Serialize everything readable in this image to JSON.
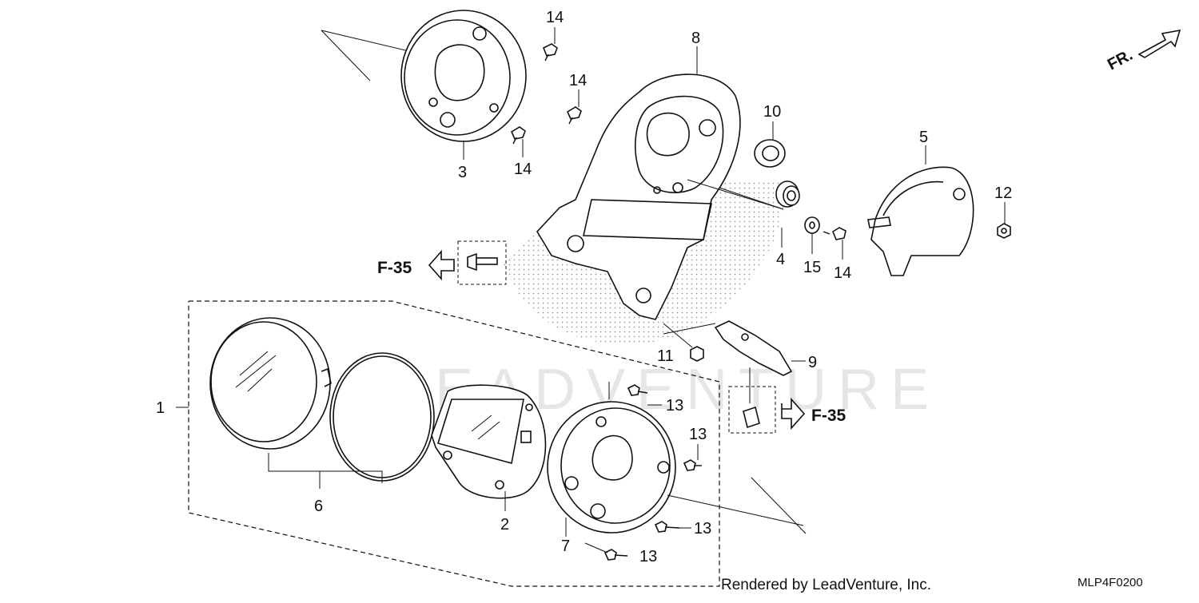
{
  "diagram": {
    "callouts": [
      {
        "id": "c14a",
        "text": "14"
      },
      {
        "id": "c14b",
        "text": "14"
      },
      {
        "id": "c14c",
        "text": "14"
      },
      {
        "id": "c14d",
        "text": "14"
      },
      {
        "id": "c8",
        "text": "8"
      },
      {
        "id": "c10",
        "text": "10"
      },
      {
        "id": "c3",
        "text": "3"
      },
      {
        "id": "c5",
        "text": "5"
      },
      {
        "id": "c12",
        "text": "12"
      },
      {
        "id": "c4",
        "text": "4"
      },
      {
        "id": "c15",
        "text": "15"
      },
      {
        "id": "c11",
        "text": "11"
      },
      {
        "id": "c9",
        "text": "9"
      },
      {
        "id": "c1",
        "text": "1"
      },
      {
        "id": "c13a",
        "text": "13"
      },
      {
        "id": "c13b",
        "text": "13"
      },
      {
        "id": "c13c",
        "text": "13"
      },
      {
        "id": "c13d",
        "text": "13"
      },
      {
        "id": "c6",
        "text": "6"
      },
      {
        "id": "c2",
        "text": "2"
      },
      {
        "id": "c7",
        "text": "7"
      }
    ],
    "section_refs": [
      {
        "id": "ref-left",
        "text": "F-35"
      },
      {
        "id": "ref-right",
        "text": "F-35"
      }
    ],
    "front_marker": "FR.",
    "watermark": "LEADVENTURE",
    "credit": "Rendered by LeadVenture, Inc.",
    "diagram_code": "MLP4F0200"
  }
}
